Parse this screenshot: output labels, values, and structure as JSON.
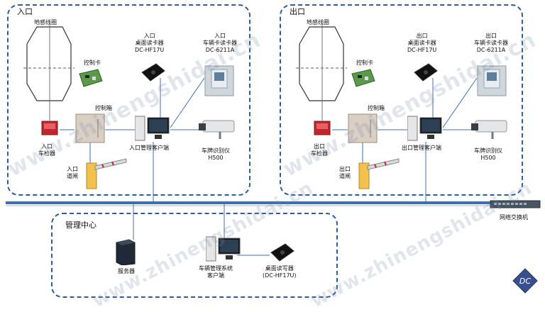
{
  "entrance": {
    "title": "入口",
    "loop_label": "地感线圈",
    "controller_card": "控制卡",
    "control_box": "控制箱",
    "reader_label": [
      "入口",
      "桌面读卡器",
      "DC-HF17U"
    ],
    "vehicle_reader_label": [
      "入口",
      "车辆卡读卡器",
      "DC-6211A"
    ],
    "vehicle_detector": [
      "入口",
      "车检器"
    ],
    "barrier": [
      "入口",
      "道闸"
    ],
    "client": "入口管理客户端",
    "plate_recognizer": [
      "车牌识别仪",
      "H500"
    ]
  },
  "exit": {
    "title": "出口",
    "loop_label": "地感线圈",
    "controller_card": "控制卡",
    "control_box": "控制箱",
    "reader_label": [
      "出口",
      "桌面读卡器",
      "DC-HF17U"
    ],
    "vehicle_reader_label": [
      "出口",
      "车辆卡读卡器",
      "DC-6211A"
    ],
    "vehicle_detector": [
      "出口",
      "车检器"
    ],
    "barrier": [
      "出口",
      "道闸"
    ],
    "client": "出口管理客户端",
    "plate_recognizer": [
      "车牌识别仪",
      "H500"
    ]
  },
  "network": {
    "switch_label": "网络交换机"
  },
  "center": {
    "title": "管理中心",
    "server": "服务器",
    "client": [
      "车辆管理系统",
      "客户端"
    ],
    "writer": [
      "桌面读写器",
      "(DC-HF17U)"
    ]
  },
  "watermark": "www.zhinengshidai.cn",
  "logo_text": "DC",
  "colors": {
    "border": "#2d5d9f",
    "bus": "#3f6fb0",
    "barrier_yellow": "#f2c14e",
    "detector_red": "#c0272d"
  }
}
